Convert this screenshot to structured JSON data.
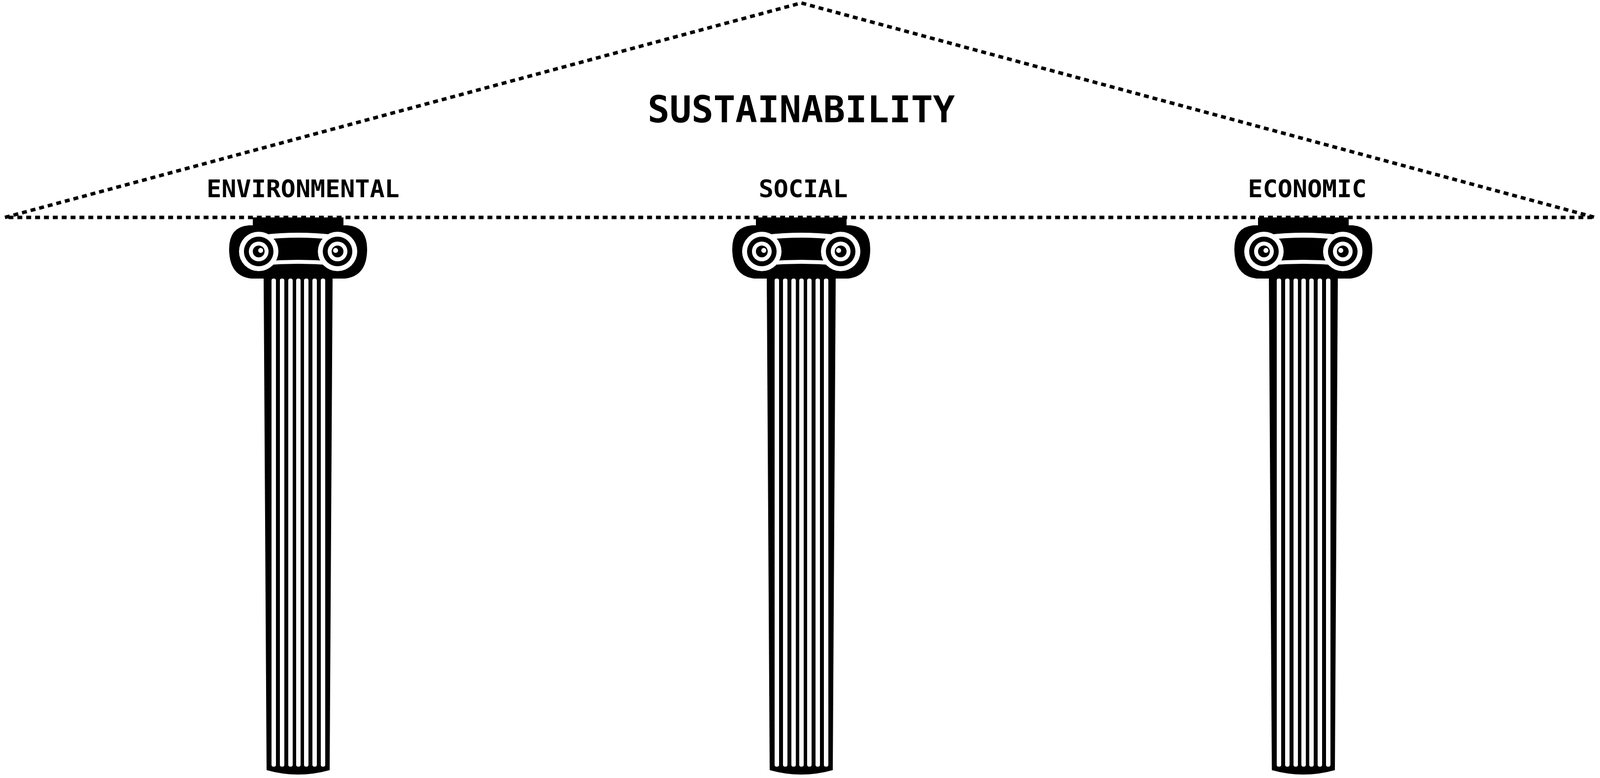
{
  "diagram": {
    "title": "SUSTAINABILITY",
    "labels": [
      "ENVIRONMENTAL",
      "SOCIAL",
      "ECONOMIC"
    ]
  }
}
